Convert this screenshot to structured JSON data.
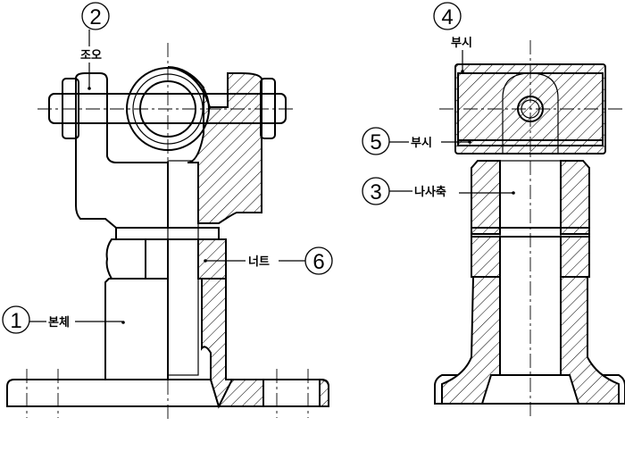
{
  "parts": [
    {
      "number": "1",
      "name": "본체"
    },
    {
      "number": "2",
      "name": "조오"
    },
    {
      "number": "3",
      "name": "나사축"
    },
    {
      "number": "4",
      "name": "부시"
    },
    {
      "number": "5",
      "name": "부시"
    },
    {
      "number": "6",
      "name": "너트"
    }
  ],
  "colors": {
    "line": "#000000",
    "background": "#ffffff"
  }
}
